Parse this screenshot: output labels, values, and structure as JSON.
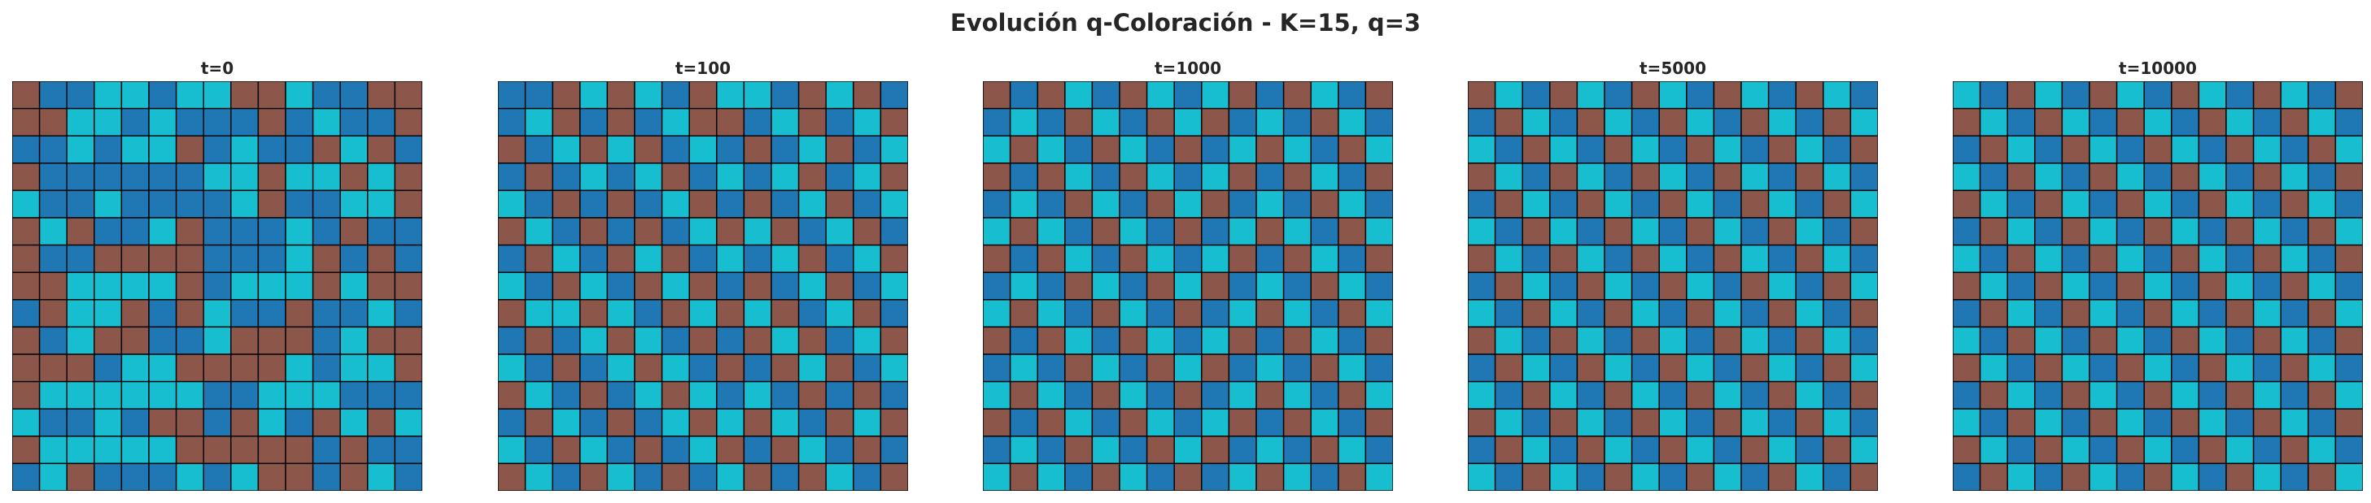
{
  "title": "Evolución q-Coloración - K=15, q=3",
  "colors": [
    "#8c564b",
    "#1f77b4",
    "#17becf"
  ],
  "chart_data": [
    {
      "type": "heatmap",
      "title": "t=0",
      "grid": [
        [
          0,
          1,
          1,
          2,
          2,
          1,
          2,
          2,
          0,
          0,
          2,
          1,
          1,
          0,
          0
        ],
        [
          0,
          0,
          2,
          2,
          1,
          2,
          1,
          1,
          1,
          0,
          1,
          2,
          1,
          1,
          0
        ],
        [
          1,
          1,
          2,
          1,
          2,
          2,
          0,
          1,
          2,
          1,
          1,
          0,
          2,
          0,
          1
        ],
        [
          0,
          1,
          1,
          1,
          1,
          1,
          1,
          2,
          2,
          0,
          2,
          2,
          0,
          2,
          0
        ],
        [
          2,
          1,
          1,
          2,
          1,
          1,
          1,
          1,
          2,
          0,
          1,
          1,
          2,
          2,
          0
        ],
        [
          0,
          2,
          0,
          1,
          1,
          2,
          0,
          1,
          1,
          1,
          2,
          1,
          0,
          1,
          1
        ],
        [
          0,
          1,
          1,
          0,
          0,
          0,
          0,
          1,
          1,
          1,
          2,
          0,
          1,
          0,
          1
        ],
        [
          0,
          0,
          2,
          2,
          2,
          2,
          0,
          1,
          2,
          2,
          2,
          0,
          2,
          0,
          0
        ],
        [
          1,
          0,
          2,
          2,
          0,
          1,
          0,
          2,
          1,
          1,
          0,
          1,
          1,
          2,
          1
        ],
        [
          0,
          1,
          2,
          0,
          0,
          1,
          1,
          2,
          0,
          0,
          0,
          1,
          2,
          0,
          0
        ],
        [
          0,
          0,
          0,
          1,
          2,
          2,
          0,
          0,
          0,
          0,
          2,
          1,
          2,
          2,
          0
        ],
        [
          0,
          2,
          2,
          2,
          2,
          2,
          2,
          1,
          1,
          2,
          2,
          2,
          1,
          1,
          1
        ],
        [
          2,
          1,
          1,
          2,
          1,
          0,
          0,
          1,
          0,
          2,
          1,
          0,
          2,
          0,
          2
        ],
        [
          0,
          2,
          2,
          2,
          2,
          2,
          0,
          0,
          0,
          0,
          0,
          1,
          0,
          1,
          1
        ],
        [
          1,
          2,
          0,
          1,
          1,
          1,
          2,
          1,
          2,
          0,
          0,
          1,
          0,
          2,
          1
        ]
      ]
    },
    {
      "type": "heatmap",
      "title": "t=100",
      "grid": [
        [
          1,
          1,
          0,
          2,
          0,
          2,
          1,
          0,
          2,
          2,
          1,
          0,
          2,
          0,
          1
        ],
        [
          1,
          2,
          0,
          1,
          0,
          1,
          2,
          0,
          0,
          1,
          2,
          0,
          1,
          2,
          0
        ],
        [
          0,
          1,
          2,
          0,
          2,
          0,
          1,
          2,
          1,
          0,
          1,
          2,
          0,
          1,
          2
        ],
        [
          1,
          0,
          1,
          2,
          1,
          2,
          0,
          1,
          2,
          1,
          2,
          0,
          1,
          2,
          0
        ],
        [
          2,
          1,
          0,
          1,
          0,
          1,
          2,
          0,
          1,
          0,
          1,
          2,
          0,
          1,
          2
        ],
        [
          0,
          2,
          1,
          0,
          1,
          0,
          1,
          2,
          0,
          2,
          0,
          1,
          2,
          0,
          1
        ],
        [
          1,
          0,
          2,
          1,
          0,
          2,
          0,
          1,
          2,
          1,
          2,
          0,
          1,
          2,
          0
        ],
        [
          2,
          1,
          0,
          2,
          1,
          0,
          2,
          0,
          1,
          0,
          1,
          2,
          0,
          1,
          2
        ],
        [
          0,
          2,
          2,
          0,
          2,
          1,
          0,
          2,
          0,
          2,
          0,
          1,
          2,
          0,
          1
        ],
        [
          1,
          0,
          1,
          2,
          0,
          2,
          1,
          0,
          1,
          0,
          2,
          0,
          1,
          2,
          0
        ],
        [
          2,
          1,
          0,
          1,
          2,
          0,
          2,
          1,
          0,
          1,
          0,
          2,
          0,
          1,
          2
        ],
        [
          0,
          2,
          1,
          0,
          1,
          2,
          0,
          2,
          1,
          2,
          1,
          0,
          1,
          0,
          1
        ],
        [
          1,
          0,
          2,
          1,
          0,
          1,
          2,
          0,
          2,
          0,
          2,
          1,
          0,
          2,
          0
        ],
        [
          2,
          1,
          0,
          2,
          1,
          0,
          1,
          2,
          0,
          1,
          0,
          2,
          1,
          0,
          1
        ],
        [
          0,
          2,
          1,
          0,
          2,
          1,
          0,
          1,
          2,
          0,
          1,
          0,
          2,
          1,
          0
        ]
      ]
    },
    {
      "type": "heatmap",
      "title": "t=1000",
      "grid": [
        [
          0,
          1,
          0,
          2,
          1,
          0,
          2,
          1,
          2,
          0,
          1,
          0,
          2,
          1,
          0
        ],
        [
          1,
          2,
          1,
          0,
          2,
          1,
          0,
          2,
          0,
          1,
          2,
          1,
          0,
          2,
          1
        ],
        [
          2,
          0,
          2,
          1,
          0,
          2,
          1,
          0,
          1,
          2,
          0,
          2,
          1,
          0,
          2
        ],
        [
          0,
          1,
          0,
          2,
          1,
          0,
          2,
          1,
          2,
          0,
          1,
          0,
          2,
          1,
          0
        ],
        [
          1,
          2,
          1,
          0,
          2,
          1,
          0,
          2,
          0,
          1,
          2,
          1,
          0,
          2,
          1
        ],
        [
          2,
          0,
          2,
          1,
          0,
          2,
          1,
          0,
          1,
          2,
          0,
          2,
          1,
          0,
          2
        ],
        [
          0,
          1,
          0,
          2,
          1,
          0,
          2,
          1,
          2,
          0,
          1,
          0,
          2,
          1,
          0
        ],
        [
          1,
          2,
          1,
          0,
          2,
          1,
          0,
          2,
          0,
          1,
          2,
          1,
          0,
          2,
          1
        ],
        [
          2,
          0,
          2,
          1,
          0,
          2,
          1,
          0,
          1,
          2,
          0,
          2,
          1,
          0,
          2
        ],
        [
          0,
          1,
          0,
          2,
          1,
          0,
          2,
          1,
          2,
          0,
          1,
          0,
          2,
          1,
          0
        ],
        [
          1,
          2,
          1,
          0,
          2,
          1,
          0,
          2,
          0,
          1,
          2,
          1,
          0,
          2,
          1
        ],
        [
          2,
          0,
          2,
          1,
          0,
          2,
          1,
          0,
          1,
          2,
          0,
          2,
          1,
          0,
          2
        ],
        [
          0,
          1,
          0,
          2,
          1,
          0,
          2,
          1,
          2,
          0,
          1,
          0,
          2,
          1,
          0
        ],
        [
          1,
          2,
          1,
          0,
          2,
          1,
          0,
          2,
          0,
          1,
          2,
          1,
          0,
          2,
          1
        ],
        [
          2,
          0,
          2,
          1,
          0,
          2,
          1,
          0,
          1,
          2,
          0,
          2,
          1,
          0,
          2
        ]
      ]
    },
    {
      "type": "heatmap",
      "title": "t=5000",
      "grid": [
        [
          0,
          2,
          1,
          0,
          2,
          1,
          0,
          2,
          1,
          0,
          2,
          1,
          0,
          2,
          1
        ],
        [
          1,
          0,
          2,
          1,
          0,
          2,
          1,
          0,
          2,
          1,
          0,
          2,
          1,
          0,
          2
        ],
        [
          2,
          1,
          0,
          2,
          1,
          0,
          2,
          1,
          0,
          2,
          1,
          0,
          2,
          1,
          0
        ],
        [
          0,
          2,
          1,
          0,
          2,
          1,
          0,
          2,
          1,
          0,
          2,
          1,
          0,
          2,
          1
        ],
        [
          1,
          0,
          2,
          1,
          0,
          2,
          1,
          0,
          2,
          1,
          0,
          2,
          1,
          0,
          2
        ],
        [
          2,
          1,
          0,
          2,
          1,
          0,
          2,
          1,
          0,
          2,
          1,
          0,
          2,
          1,
          0
        ],
        [
          0,
          2,
          1,
          0,
          2,
          1,
          0,
          2,
          1,
          0,
          2,
          1,
          0,
          2,
          1
        ],
        [
          1,
          0,
          2,
          1,
          0,
          2,
          1,
          0,
          2,
          1,
          0,
          2,
          1,
          0,
          2
        ],
        [
          2,
          1,
          0,
          2,
          1,
          0,
          2,
          1,
          0,
          2,
          1,
          0,
          2,
          1,
          0
        ],
        [
          0,
          2,
          1,
          0,
          2,
          1,
          0,
          2,
          1,
          0,
          2,
          1,
          0,
          2,
          1
        ],
        [
          1,
          0,
          2,
          1,
          0,
          2,
          1,
          0,
          2,
          1,
          0,
          2,
          1,
          0,
          2
        ],
        [
          2,
          1,
          0,
          2,
          1,
          0,
          2,
          1,
          0,
          2,
          1,
          0,
          2,
          1,
          0
        ],
        [
          0,
          2,
          1,
          0,
          2,
          1,
          0,
          2,
          1,
          0,
          2,
          1,
          0,
          2,
          1
        ],
        [
          1,
          0,
          2,
          1,
          0,
          2,
          1,
          0,
          2,
          1,
          0,
          2,
          1,
          0,
          2
        ],
        [
          2,
          1,
          0,
          2,
          1,
          0,
          2,
          1,
          0,
          2,
          1,
          0,
          2,
          1,
          0
        ]
      ]
    },
    {
      "type": "heatmap",
      "title": "t=10000",
      "grid": [
        [
          2,
          1,
          0,
          2,
          1,
          0,
          2,
          1,
          0,
          2,
          1,
          0,
          2,
          1,
          0
        ],
        [
          0,
          2,
          1,
          0,
          2,
          1,
          0,
          2,
          1,
          0,
          2,
          1,
          0,
          2,
          1
        ],
        [
          1,
          0,
          2,
          1,
          0,
          2,
          1,
          0,
          2,
          1,
          0,
          2,
          1,
          0,
          2
        ],
        [
          2,
          1,
          0,
          2,
          1,
          0,
          2,
          1,
          0,
          2,
          1,
          0,
          2,
          1,
          0
        ],
        [
          0,
          2,
          1,
          0,
          2,
          1,
          0,
          2,
          1,
          0,
          2,
          1,
          0,
          2,
          1
        ],
        [
          1,
          0,
          2,
          1,
          0,
          2,
          1,
          0,
          2,
          1,
          0,
          2,
          1,
          0,
          2
        ],
        [
          2,
          1,
          0,
          2,
          1,
          0,
          2,
          1,
          0,
          2,
          1,
          0,
          2,
          1,
          0
        ],
        [
          0,
          2,
          1,
          0,
          2,
          1,
          0,
          2,
          1,
          0,
          2,
          1,
          0,
          2,
          1
        ],
        [
          1,
          0,
          2,
          1,
          0,
          2,
          1,
          0,
          2,
          1,
          0,
          2,
          1,
          0,
          2
        ],
        [
          2,
          1,
          0,
          2,
          1,
          0,
          2,
          1,
          0,
          2,
          1,
          0,
          2,
          1,
          0
        ],
        [
          0,
          2,
          1,
          0,
          2,
          1,
          0,
          2,
          1,
          0,
          2,
          1,
          0,
          2,
          1
        ],
        [
          1,
          0,
          2,
          1,
          0,
          2,
          1,
          0,
          2,
          1,
          0,
          2,
          1,
          0,
          2
        ],
        [
          2,
          1,
          0,
          2,
          1,
          0,
          2,
          1,
          0,
          2,
          1,
          0,
          2,
          1,
          0
        ],
        [
          0,
          2,
          1,
          0,
          2,
          1,
          0,
          2,
          1,
          0,
          2,
          1,
          0,
          2,
          1
        ],
        [
          1,
          0,
          2,
          1,
          0,
          2,
          1,
          0,
          2,
          1,
          0,
          2,
          1,
          0,
          2
        ]
      ]
    }
  ]
}
